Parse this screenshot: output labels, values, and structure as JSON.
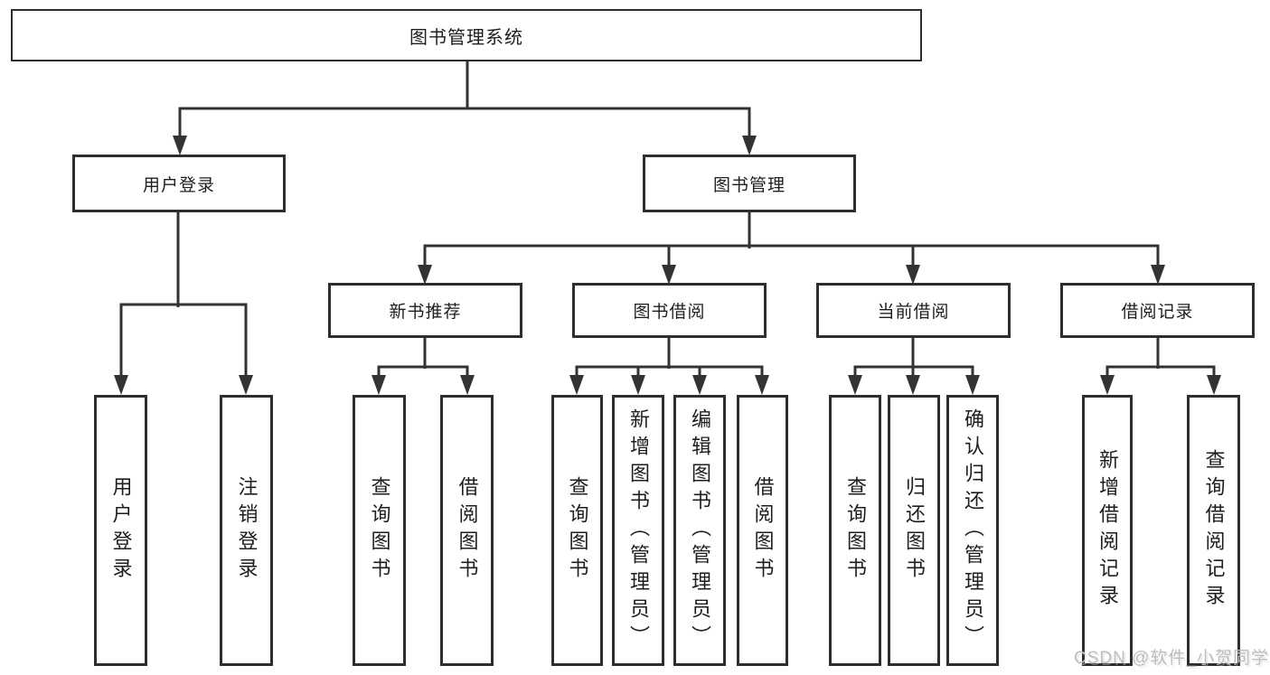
{
  "diagram": {
    "root": "图书管理系统",
    "branches": [
      {
        "label": "用户登录",
        "children": [
          "用户登录",
          "注销登录"
        ]
      },
      {
        "label": "图书管理",
        "groups": [
          {
            "label": "新书推荐",
            "children": [
              "查询图书",
              "借阅图书"
            ]
          },
          {
            "label": "图书借阅",
            "children": [
              "查询图书",
              "新增图书（管理员）",
              "编辑图书（管理员）",
              "借阅图书"
            ]
          },
          {
            "label": "当前借阅",
            "children": [
              "查询图书",
              "归还图书",
              "确认归还（管理员）"
            ]
          },
          {
            "label": "借阅记录",
            "children": [
              "新增借阅记录",
              "查询借阅记录"
            ]
          }
        ]
      }
    ]
  },
  "watermark": "CSDN @软件_小贺同学",
  "colors": {
    "line": "#333333",
    "box_border": "#2e2e2e",
    "text": "#1e1e1e",
    "background": "#ffffff",
    "watermark": "#bdbdbd"
  }
}
